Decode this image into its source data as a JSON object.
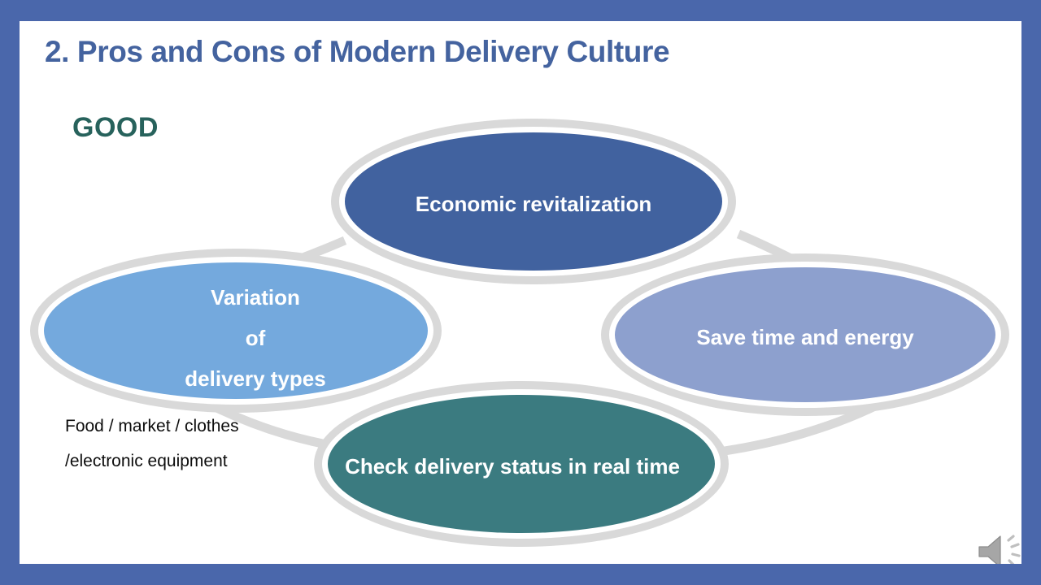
{
  "slide": {
    "title": "2. Pros and Cons of Modern Delivery Culture",
    "section_label": "GOOD",
    "caption_line1": "Food / market / clothes",
    "caption_line2": "/electronic equipment",
    "frame_color": "#4a67ab",
    "title_color": "#44639f",
    "section_label_color": "#27625c",
    "connector_color": "#d9d9d9"
  },
  "diagram": {
    "type": "cycle",
    "nodes": [
      {
        "id": "top",
        "label": "Economic revitalization",
        "fill": "#41629f",
        "ring": "#d9d9d9",
        "text_color": "#ffffff"
      },
      {
        "id": "left",
        "label": "Variation\nof\ndelivery types",
        "fill": "#74a9dd",
        "ring": "#d9d9d9",
        "text_color": "#ffffff"
      },
      {
        "id": "right",
        "label": "Save time and energy",
        "fill": "#8da0ce",
        "ring": "#d9d9d9",
        "text_color": "#ffffff"
      },
      {
        "id": "bottom",
        "label": "Check delivery status in real time",
        "fill": "#3b7b80",
        "ring": "#d9d9d9",
        "text_color": "#ffffff"
      }
    ]
  },
  "media": {
    "speaker_icon": "speaker-icon"
  }
}
